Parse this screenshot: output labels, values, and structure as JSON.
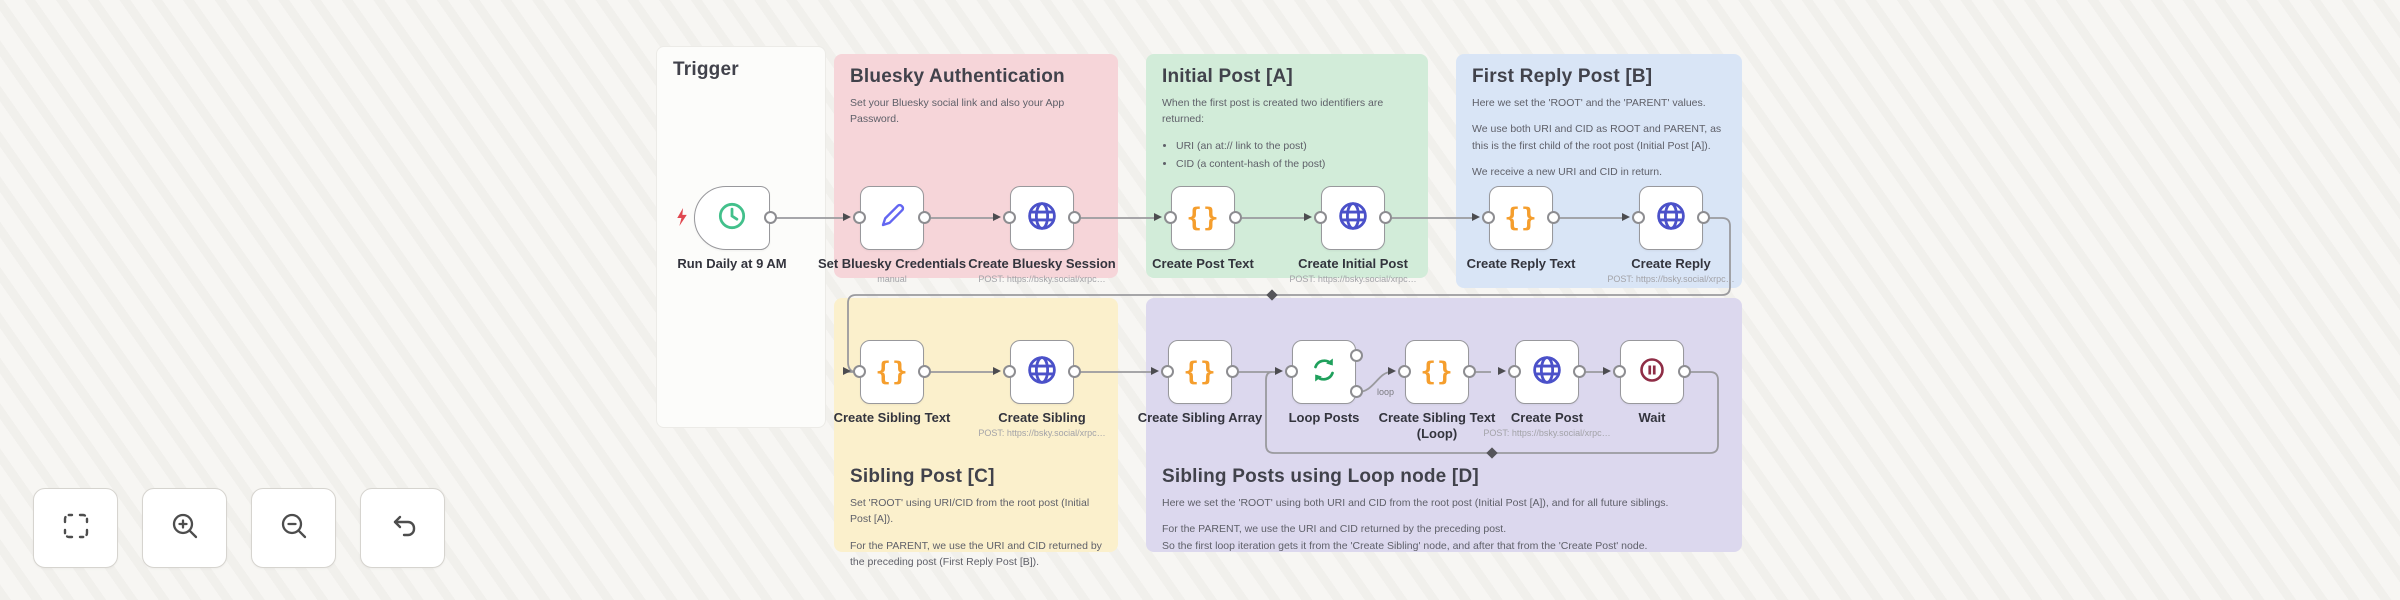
{
  "app": {
    "name": "workflow-canvas",
    "kind": "n8n-style workflow editor"
  },
  "colors": {
    "canvas_bg": "#f7f6f3",
    "group_pink": "#f6d5d9",
    "group_green": "#d2ecd9",
    "group_blue": "#d9e5f6",
    "group_yellow": "#fbf0cc",
    "group_purple": "#dcd8ee",
    "icon_orange": "#f59e2d",
    "icon_indigo": "#4b51c9",
    "icon_green": "#1fa05c",
    "icon_mint": "#42c08b",
    "icon_maroon": "#8f2d46",
    "trigger_bolt_red": "#e0474f",
    "wire_gray": "#9a9a9e"
  },
  "groups": {
    "trigger": {
      "title": "Trigger"
    },
    "bluesky": {
      "title": "Bluesky Authentication",
      "description": "Set your Bluesky social link and also your App Password."
    },
    "initial": {
      "title": "Initial Post [A]",
      "intro": "When the first post is created two identifiers are returned:",
      "bullets": [
        "URI (an at:// link to the post)",
        "CID (a content-hash of the post)"
      ]
    },
    "reply": {
      "title": "First Reply Post [B]",
      "paragraphs": [
        "Here we set the 'ROOT' and the 'PARENT' values.",
        "We use both URI and CID as ROOT and PARENT, as this is the first child of the root post (Initial Post [A]).",
        "We receive a new URI and CID in return."
      ]
    },
    "sibling": {
      "title": "Sibling Post [C]",
      "paragraphs": [
        "Set 'ROOT' using URI/CID from the root post (Initial Post [A]).",
        "For the PARENT, we use the URI and CID returned by the preceding post (First Reply Post [B])."
      ]
    },
    "loop": {
      "title": "Sibling Posts using Loop node [D]",
      "paragraphs": [
        "Here we set the 'ROOT' using both URI and CID from the root post (Initial Post [A]), and for all future siblings.",
        "For the PARENT, we use the URI and CID returned by the preceding post.\nSo the first loop iteration gets it from the 'Create Sibling' node, and after that from the 'Create Post' node."
      ]
    }
  },
  "nodes": [
    {
      "label": "Run Daily at 9 AM",
      "icon": "clock-icon",
      "type": "schedule-trigger"
    },
    {
      "label": "Set Bluesky Credentials",
      "subtitle": "manual",
      "icon": "pencil-icon",
      "type": "set"
    },
    {
      "label": "Create Bluesky Session",
      "subtitle": "POST: https://bsky.social/xrpc…",
      "icon": "globe-icon",
      "type": "http-request"
    },
    {
      "label": "Create Post Text",
      "icon": "braces-icon",
      "type": "set"
    },
    {
      "label": "Create Initial Post",
      "subtitle": "POST: https://bsky.social/xrpc…",
      "icon": "globe-icon",
      "type": "http-request"
    },
    {
      "label": "Create Reply Text",
      "icon": "braces-icon",
      "type": "set"
    },
    {
      "label": "Create Reply",
      "subtitle": "POST: https://bsky.social/xrpc…",
      "icon": "globe-icon",
      "type": "http-request"
    },
    {
      "label": "Create Sibling Text",
      "icon": "braces-icon",
      "type": "set"
    },
    {
      "label": "Create Sibling",
      "subtitle": "POST: https://bsky.social/xrpc…",
      "icon": "globe-icon",
      "type": "http-request"
    },
    {
      "label": "Create Sibling Array",
      "icon": "braces-icon",
      "type": "set"
    },
    {
      "label": "Loop Posts",
      "icon": "loop-icon",
      "type": "split-in-batches"
    },
    {
      "label": "Create Sibling Text (Loop)",
      "icon": "braces-icon",
      "type": "set"
    },
    {
      "label": "Create Post",
      "subtitle": "POST: https://bsky.social/xrpc…",
      "icon": "globe-icon",
      "type": "http-request"
    },
    {
      "label": "Wait",
      "icon": "pause-icon",
      "type": "wait"
    }
  ],
  "connection_labels": {
    "loop_output": "loop"
  },
  "controls": [
    {
      "name": "zoom-to-fit",
      "icon": "fit-view-icon"
    },
    {
      "name": "zoom-in",
      "icon": "zoom-in-icon"
    },
    {
      "name": "zoom-out",
      "icon": "zoom-out-icon"
    },
    {
      "name": "reset-zoom",
      "icon": "undo-arrow-icon"
    }
  ]
}
